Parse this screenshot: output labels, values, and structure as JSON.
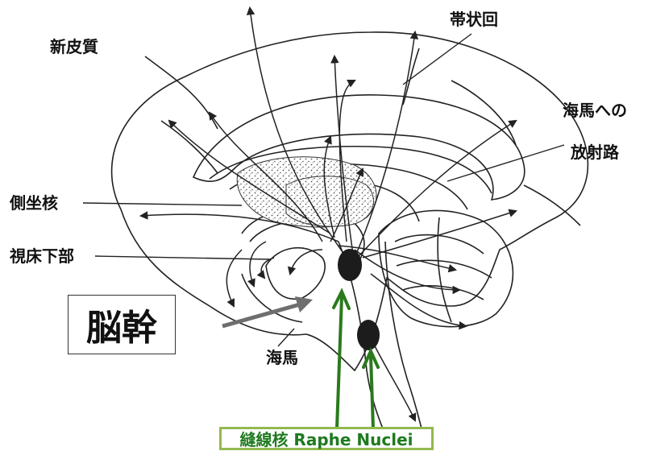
{
  "labels": {
    "neocortex": "新皮質",
    "cingulate": "帯状回",
    "hippo_radiation_1": "海馬への",
    "hippo_radiation_2": "放射路",
    "accumbens": "側坐核",
    "hypothalamus": "視床下部",
    "hippocampus": "海馬"
  },
  "brainstem_box": "脳幹",
  "raphe_label": "縫線核 Raphe Nuclei",
  "colors": {
    "line": "#222222",
    "stipple": "#6b6b6b",
    "nucleus": "#1c1c1c",
    "green_arrow": "#2a7a1c",
    "green_border": "#93b94f",
    "gray_arrow": "#6e6e6e"
  }
}
